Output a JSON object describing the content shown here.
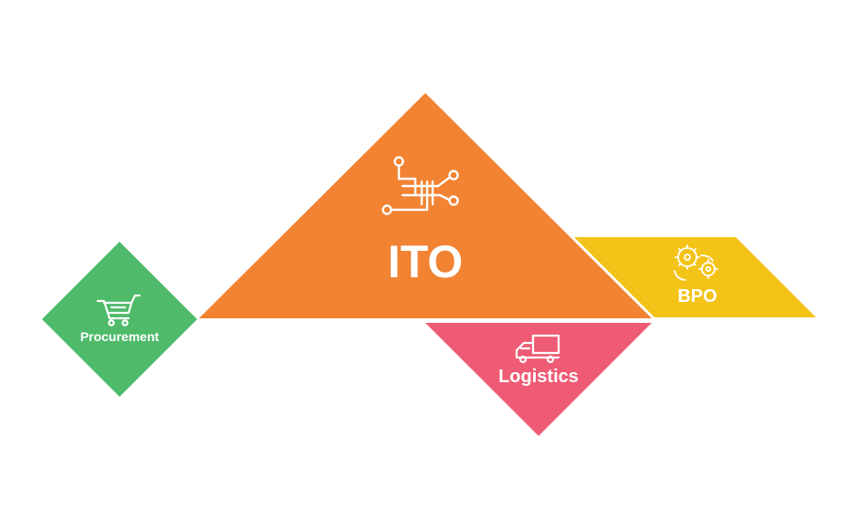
{
  "colors": {
    "ito": "#F18332",
    "procurement": "#4EBA6A",
    "logistics": "#EF5B74",
    "bpo": "#F3C317",
    "text": "#FFFFFF"
  },
  "segments": {
    "ito": {
      "label": "ITO",
      "icon": "circuit-icon"
    },
    "procurement": {
      "label": "Procurement",
      "icon": "shopping-cart-icon"
    },
    "logistics": {
      "label": "Logistics",
      "icon": "delivery-truck-icon"
    },
    "bpo": {
      "label": "BPO",
      "icon": "gears-person-icon"
    }
  }
}
